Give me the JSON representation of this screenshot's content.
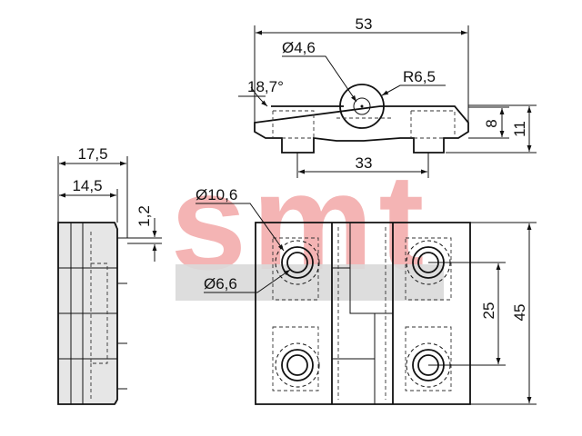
{
  "watermark": {
    "logo_text": "smt",
    "sub_text": "",
    "colors": {
      "logo": "#f4b4b4",
      "bar": "#d9d9d9"
    }
  },
  "top_view": {
    "dim_overall_width": "53",
    "dim_pin_diameter": "Ø4,6",
    "dim_knuckle_radius": "R6,5",
    "dim_chamfer_angle": "18,7°",
    "dim_inner_height": "8",
    "dim_outer_height": "11",
    "dim_boss_spacing": "33"
  },
  "side_view": {
    "dim_total_depth": "17,5",
    "dim_body_depth": "14,5",
    "dim_lip": "1,2"
  },
  "front_view": {
    "dim_counterbore": "Ø10,6",
    "dim_hole": "Ø6,6",
    "dim_hole_spacing": "25",
    "dim_height": "45"
  }
}
